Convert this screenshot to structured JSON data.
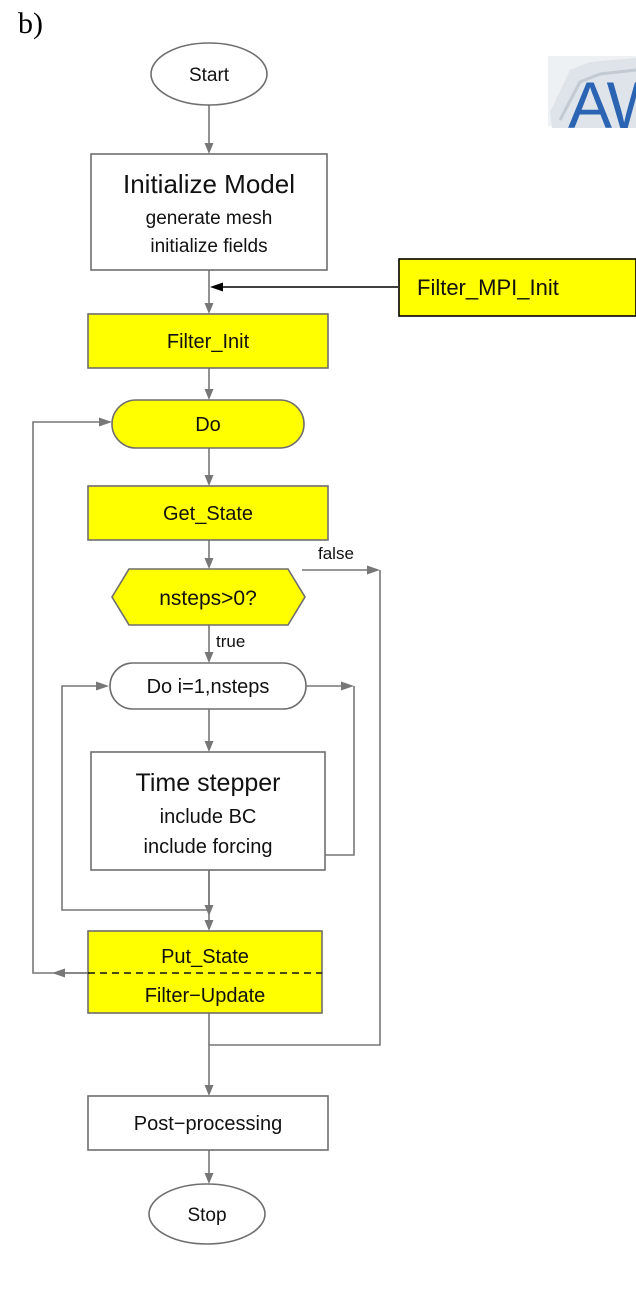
{
  "panel_label": "b)",
  "colors": {
    "highlight": "#ffff00",
    "default_fill": "#ffffff",
    "line": "#777777",
    "callout_line": "#000000"
  },
  "nodes": {
    "start": "Start",
    "initialize_model": {
      "title": "Initialize Model",
      "line1": "generate mesh",
      "line2": "initialize fields"
    },
    "filter_init": "Filter_Init",
    "do": "Do",
    "get_state": "Get_State",
    "condition": "nsteps>0?",
    "do_loop": "Do i=1,nsteps",
    "time_stepper": {
      "title": "Time stepper",
      "line1": "include BC",
      "line2": "include forcing"
    },
    "put_state": "Put_State",
    "filter_update": "Filter−Update",
    "post_processing": "Post−processing",
    "stop": "Stop"
  },
  "edge_labels": {
    "true_label": "true",
    "false_label": "false"
  },
  "callout": {
    "label": "Filter_MPI_Init"
  },
  "logo": {
    "text": "AW"
  }
}
